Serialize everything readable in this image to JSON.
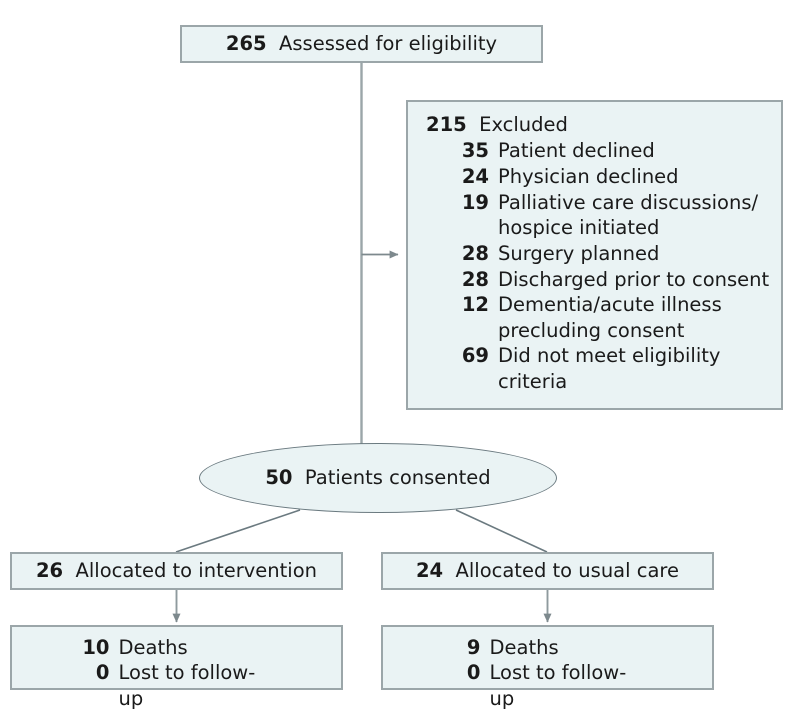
{
  "diagram": {
    "type": "consort-flow-diagram",
    "colors": {
      "node_fill": "#eaf3f4",
      "node_border": "#9ba6a9",
      "ellipse_border": "#6b7a80",
      "connector": "#8f9a9e",
      "text": "#1a1a1a",
      "background": "#ffffff"
    },
    "nodes": {
      "assessed": {
        "count": "265",
        "label": "Assessed for eligibility"
      },
      "excluded": {
        "count": "215",
        "label": "Excluded",
        "reasons": [
          {
            "count": "35",
            "label": "Patient declined"
          },
          {
            "count": "24",
            "label": "Physician declined"
          },
          {
            "count": "19",
            "label": "Palliative care discussions/ hospice initiated"
          },
          {
            "count": "28",
            "label": "Surgery planned"
          },
          {
            "count": "28",
            "label": "Discharged prior to consent"
          },
          {
            "count": "12",
            "label": "Dementia/acute illness precluding consent"
          },
          {
            "count": "69",
            "label": "Did not meet eligibility criteria"
          }
        ]
      },
      "consented": {
        "count": "50",
        "label": "Patients consented"
      },
      "allocated_intervention": {
        "count": "26",
        "label": "Allocated to intervention"
      },
      "allocated_usual_care": {
        "count": "24",
        "label": "Allocated to usual care"
      },
      "outcome_intervention": {
        "items": [
          {
            "count": "10",
            "label": "Deaths"
          },
          {
            "count": "0",
            "label": "Lost to follow-up"
          }
        ]
      },
      "outcome_usual_care": {
        "items": [
          {
            "count": "9",
            "label": "Deaths"
          },
          {
            "count": "0",
            "label": "Lost to follow-up"
          }
        ]
      }
    }
  }
}
